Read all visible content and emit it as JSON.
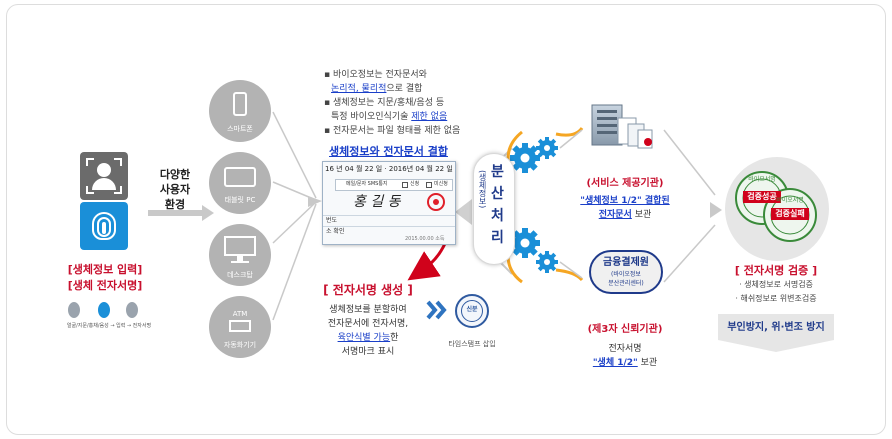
{
  "left": {
    "title_line1": "[생체정보 입력]",
    "title_line2": "[생체 전자서명]",
    "flow_caption": "얼굴/지문/홍채/음성 → 입력 → 전자서명"
  },
  "environment": {
    "line1": "다양한",
    "line2": "사용자",
    "line3": "환경"
  },
  "devices": [
    {
      "label": "스마트폰",
      "icon": "smartphone-icon"
    },
    {
      "label": "태블릿 PC",
      "icon": "tablet-icon"
    },
    {
      "label": "데스크탑",
      "icon": "desktop-icon"
    },
    {
      "label": "ATM",
      "sub": "자동화기기",
      "icon": "atm-icon"
    }
  ],
  "bullets": {
    "b1_pre": "바이오정보는 전자문서와",
    "b1_link": "논리적, 물리적",
    "b1_post": "으로 결합",
    "b2_line1": "생체정보는 지문/홍채/음성 등",
    "b2_pre": "특정 바이오인식기술 ",
    "b2_link": "제한 없음",
    "b3": "전자문서는 파일 형태를 제한 없음"
  },
  "combine_title": "생체정보와 전자문서 결합",
  "form": {
    "date_left": "16 년",
    "m1": "04 월",
    "d1": "22 일",
    "year2": "2016년",
    "m2": "04 월",
    "d2": "22 일",
    "sms": "메일/문자 SMS통지",
    "apply": "신청",
    "not_apply": "미신청",
    "sign_text": "홍 길 동",
    "row1": "번도",
    "row2": "소 확인",
    "footer": "2015.00.00 소득"
  },
  "esign": {
    "title": "[ 전자서명 생성 ]",
    "line1": "생체정보를 분할하여",
    "line2": "전자문서에 전자서명,",
    "line3_link": "육안식별 가능",
    "line3_post": "한",
    "line4": "서명마크 표시"
  },
  "timestamp": {
    "label": "타임스탬프 삽입",
    "seal_text": "신분"
  },
  "split": {
    "side": "(생체정보)",
    "main1": "분",
    "main2": "산",
    "main3": "처",
    "main4": "리"
  },
  "service": {
    "title": "(서비스 제공기관)",
    "line1": "\"생체정보 1/2\" 결합된",
    "line2": "전자문서",
    "line2_post": " 보관"
  },
  "finance": {
    "badge_title": "금융결제원",
    "badge_sub1": "(바이오정보",
    "badge_sub2": "분산관리센터)",
    "title": "(제3자 신뢰기관)",
    "line1": "전자서명",
    "line2": "\"생체 1/2\"",
    "line2_post": " 보관"
  },
  "verify": {
    "title": "[ 전자서명 검증 ]",
    "line1": "· 생체정보로 서명검증",
    "line2": "· 해쉬정보로 위변조검증",
    "box": "부인방지, 위·변조 방지",
    "stamp1": "검증성공",
    "stamp2": "검증실패",
    "stamp_ring": "바이오서명"
  },
  "colors": {
    "red": "#c8102e",
    "blue": "#1a3fc8",
    "gear": "#1a8fd8",
    "orange": "#f5a623",
    "gray": "#b3b3b3",
    "navy": "#1f3a8a"
  }
}
